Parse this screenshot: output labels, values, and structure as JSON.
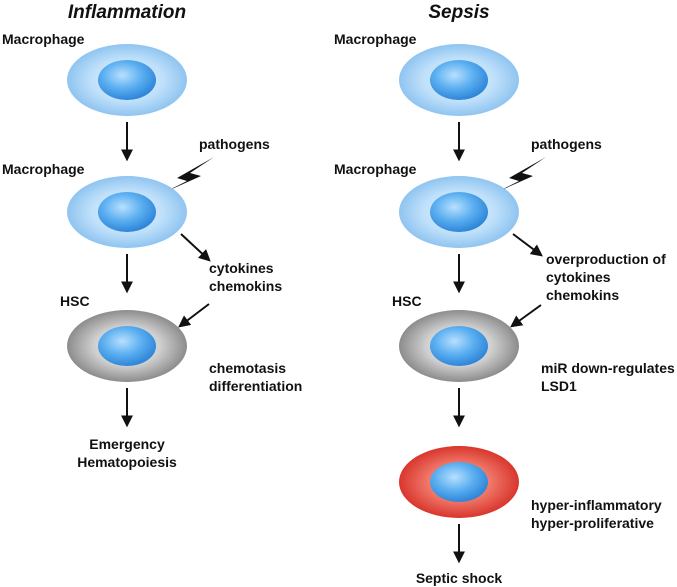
{
  "inflammation": {
    "title": "Inflammation",
    "macrophage_1": "Macrophage",
    "macrophage_2": "Macrophage",
    "pathogens": "pathogens",
    "cytokines": [
      "cytokines",
      "chemokins"
    ],
    "hsc": "HSC",
    "effects": [
      "chemotasis",
      "differentiation"
    ],
    "outcome": [
      "Emergency",
      "Hematopoiesis"
    ]
  },
  "sepsis": {
    "title": "Sepsis",
    "macrophage_1": "Macrophage",
    "macrophage_2": "Macrophage",
    "pathogens": "pathogens",
    "cytokines": [
      "overproduction of",
      "cytokines",
      "chemokins"
    ],
    "hsc": "HSC",
    "effects": [
      "miR down-regulates",
      "LSD1"
    ],
    "state": [
      "hyper-inflammatory",
      "hyper-proliferative"
    ],
    "outcome": [
      "Septic shock"
    ]
  },
  "colors": {
    "macrophage_outer": "#9fcdf4",
    "nucleus": "#3f9be8",
    "hsc_outer": "#9a9a9a",
    "septic_outer": "#e0483c",
    "arrow": "#111111"
  }
}
